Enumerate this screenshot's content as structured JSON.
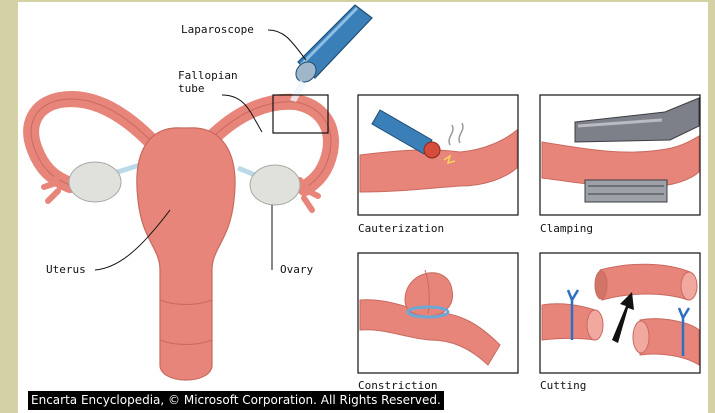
{
  "labels": {
    "laparoscope": "Laparoscope",
    "fallopian_line1": "Fallopian",
    "fallopian_line2": "tube",
    "uterus": "Uterus",
    "ovary": "Ovary"
  },
  "panels": [
    {
      "caption": "Cauterization"
    },
    {
      "caption": "Clamping"
    },
    {
      "caption": "Constriction"
    },
    {
      "caption": "Cutting"
    }
  ],
  "credit": "Encarta Encyclopedia, © Microsoft Corporation. All Rights Reserved.",
  "colors": {
    "background": "#d4d2a4",
    "tissue": "#e8857a",
    "tissue_dark": "#c86a60",
    "ovary": "#e0e0dc",
    "scope": "#3a7fb8",
    "clamp": "#7d8088",
    "band": "#6aa8d8"
  }
}
